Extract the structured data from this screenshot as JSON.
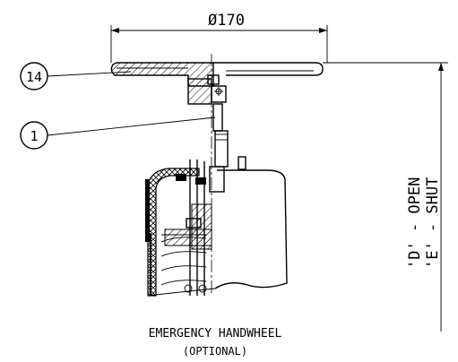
{
  "drawing": {
    "dimension_diameter": "Ø170",
    "balloons": [
      "14",
      "1"
    ],
    "side_label_open": "'D' - OPEN",
    "side_label_shut": "'E' - SHUT",
    "caption_line1": "EMERGENCY HANDWHEEL",
    "caption_line2": "(OPTIONAL)"
  }
}
